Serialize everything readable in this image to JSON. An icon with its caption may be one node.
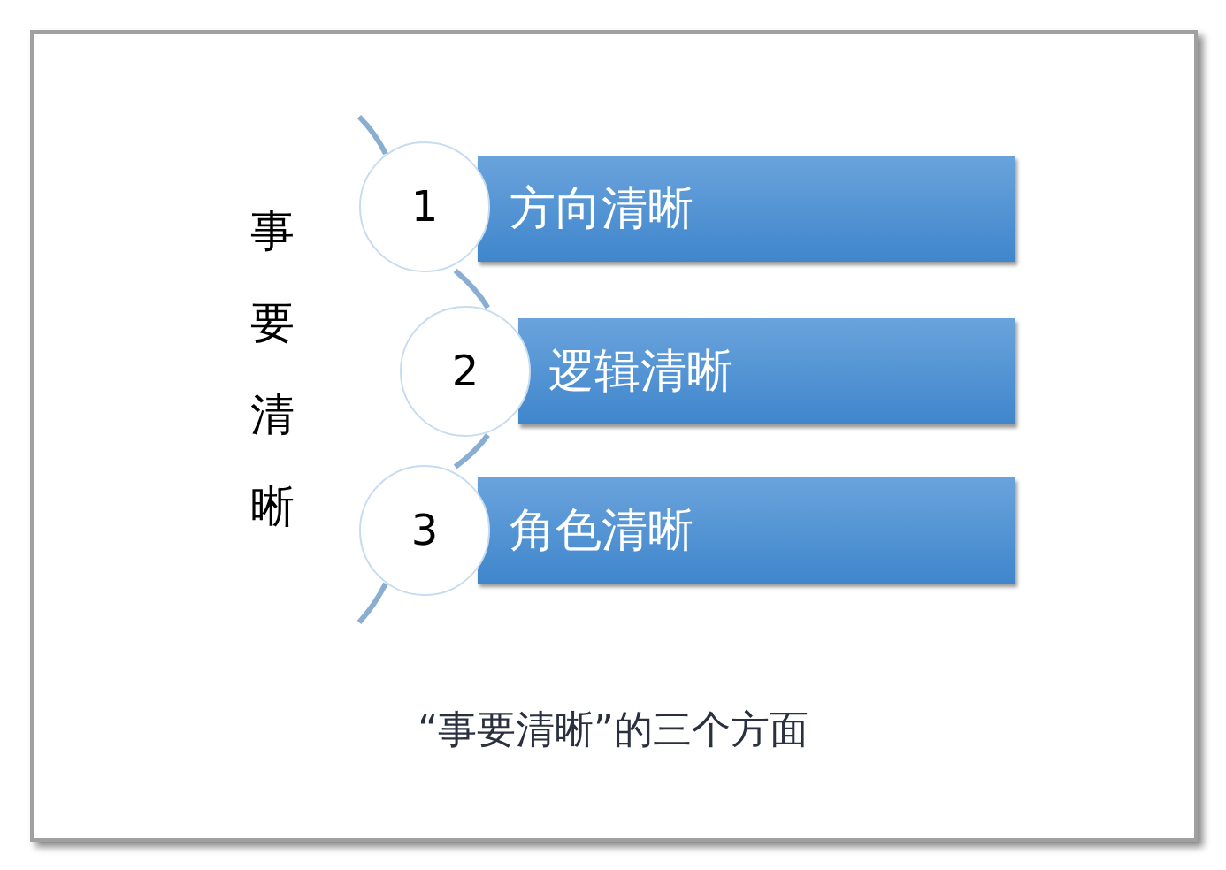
{
  "diagram": {
    "caption": "“事要清晰”的三个方面",
    "nodes": [
      {
        "text": [
          "1"
        ]
      },
      {
        "text": [
          "方向清晰"
        ]
      },
      {
        "text": [
          "2"
        ]
      },
      {
        "text": [
          "逻辑清晰"
        ]
      },
      {
        "text": [
          "3"
        ]
      },
      {
        "text": [
          "角色清晰"
        ]
      }
    ],
    "edges": [
      {
        "from": 0,
        "to": 2,
        "arrow": "none"
      },
      {
        "from": 2,
        "to": 4,
        "arrow": "none"
      }
    ],
    "labels": [
      "事要清晰"
    ]
  }
}
